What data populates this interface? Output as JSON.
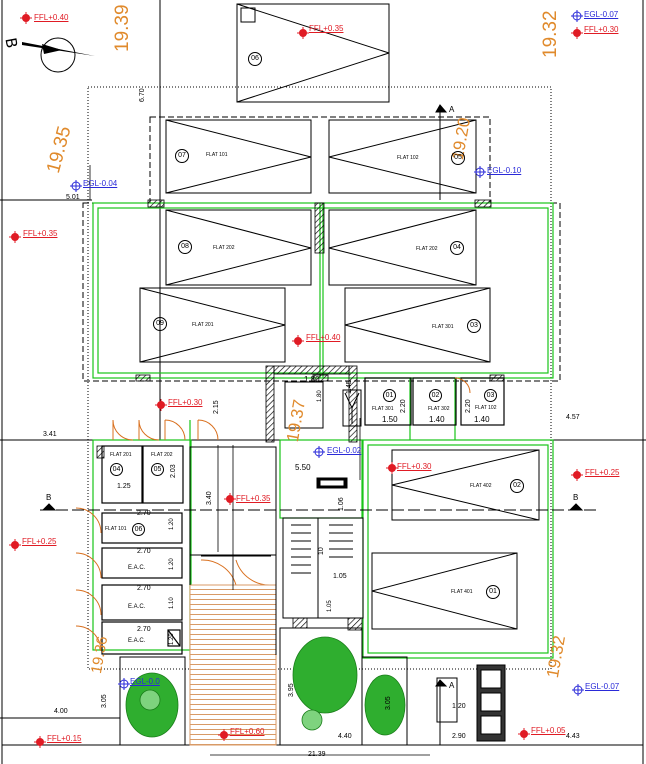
{
  "colors": {
    "ffl": "#e01b24",
    "egl": "#2a2ad8",
    "spot": "#e08a2c",
    "green": "#18c418",
    "line": "#000000",
    "door": "#d9701f",
    "ramp": "#d89a66",
    "tree": "#2fae2f"
  },
  "north_label": "B",
  "ffl_markers": [
    {
      "name": "ffl-040-top-left",
      "label": "FFL+0.40"
    },
    {
      "name": "ffl-035-top",
      "label": "FFL+0.35"
    },
    {
      "name": "ffl-030-top-right",
      "label": "FFL+0.30"
    },
    {
      "name": "ffl-035-left",
      "label": "FFL+0.35"
    },
    {
      "name": "ffl-040-center",
      "label": "FFL+0.40"
    },
    {
      "name": "ffl-030-left",
      "label": "FFL+0.30"
    },
    {
      "name": "ffl-030-center",
      "label": "FFL+0.30"
    },
    {
      "name": "ffl-035-stair",
      "label": "FFL+0.35"
    },
    {
      "name": "ffl-025-right",
      "label": "FFL+0.25"
    },
    {
      "name": "ffl-025-left",
      "label": "FFL+0.25"
    },
    {
      "name": "ffl-060-bottom",
      "label": "FFL+0.60"
    },
    {
      "name": "ffl-015-bottom-left",
      "label": "FFL+0.15"
    },
    {
      "name": "ffl-005-bottom-right",
      "label": "FFL+0.05"
    }
  ],
  "egl_markers": [
    {
      "name": "egl-007-top-right",
      "label": "EGL-0.07"
    },
    {
      "name": "egl-004-left",
      "label": "EGL-0.04"
    },
    {
      "name": "egl-010-right",
      "label": "EGL-0.10"
    },
    {
      "name": "egl-002-center",
      "label": "EGL-0.02"
    },
    {
      "name": "egl-007-bottom-right",
      "label": "EGL-0.07"
    },
    {
      "name": "egl-bottom-left",
      "label": "EGL-0.0"
    }
  ],
  "spot_levels": [
    {
      "name": "spot-1939-top",
      "label": "19.39"
    },
    {
      "name": "spot-1932-top-right",
      "label": "19.32"
    },
    {
      "name": "spot-1935-left",
      "label": "19.35"
    },
    {
      "name": "spot-1920-upper",
      "label": "19.20"
    },
    {
      "name": "spot-1937-core",
      "label": "19.37"
    },
    {
      "name": "spot-1932-bottom-right",
      "label": "19.32"
    },
    {
      "name": "spot-1936-bottom-left",
      "label": "19.36"
    }
  ],
  "parking_spaces": [
    {
      "num": "06",
      "label": ""
    },
    {
      "num": "07",
      "label": "FLAT 101"
    },
    {
      "num": "05",
      "label": "FLAT 102"
    },
    {
      "num": "08",
      "label": "FLAT 202"
    },
    {
      "num": "04",
      "label": "FLAT 202"
    },
    {
      "num": "09",
      "label": "FLAT 201"
    },
    {
      "num": "03",
      "label": "FLAT 301"
    },
    {
      "num": "02",
      "label": "FLAT 402"
    },
    {
      "num": "01",
      "label": "FLAT 401"
    }
  ],
  "stores": [
    {
      "num": "01",
      "label": "FLAT 301"
    },
    {
      "num": "02",
      "label": "FLAT 302"
    },
    {
      "num": "03",
      "label": "FLAT 102"
    },
    {
      "num": "04",
      "label": "FLAT 201"
    },
    {
      "num": "05",
      "label": "FLAT 202"
    },
    {
      "num": "06",
      "label": "FLAT 101"
    }
  ],
  "eac_rooms": [
    {
      "label": "E.A.C."
    },
    {
      "label": "E.A.C."
    },
    {
      "label": "E.A.C."
    }
  ],
  "dimensions": {
    "d_670": "6.70",
    "d_501": "5.01",
    "d_341": "3.41",
    "d_457": "4.57",
    "d_180": "1.80",
    "d_180v": "1.80",
    "d_145": "1.45",
    "d_215": "2.15",
    "d_150": "1.50",
    "d_220a": "2.20",
    "d_140a": "1.40",
    "d_220b": "2.20",
    "d_140b": "1.40",
    "d_125": "1.25",
    "d_203": "2.03",
    "d_550": "5.50",
    "d_340": "3.40",
    "d_106": "1.06",
    "d_270a": "2.70",
    "d_120a": "1.20",
    "d_270b": "2.70",
    "d_120b": "1.20",
    "d_270c": "2.70",
    "d_110": "1.10",
    "d_270d": "2.70",
    "d_120c": "1.20",
    "d_105h": "1.05",
    "d_105v": "1.05",
    "d_400": "4.00",
    "d_305a": "3.05",
    "d_395": "3.95",
    "d_305b": "3.05",
    "d_440": "4.40",
    "d_120d": "1.20",
    "d_290": "2.90",
    "d_443": "4.43",
    "d_2139": "21.39",
    "d_10": "10"
  },
  "section_marks": {
    "a_top": "A",
    "a_bottom": "A",
    "b_left": "B",
    "b_right": "B"
  }
}
